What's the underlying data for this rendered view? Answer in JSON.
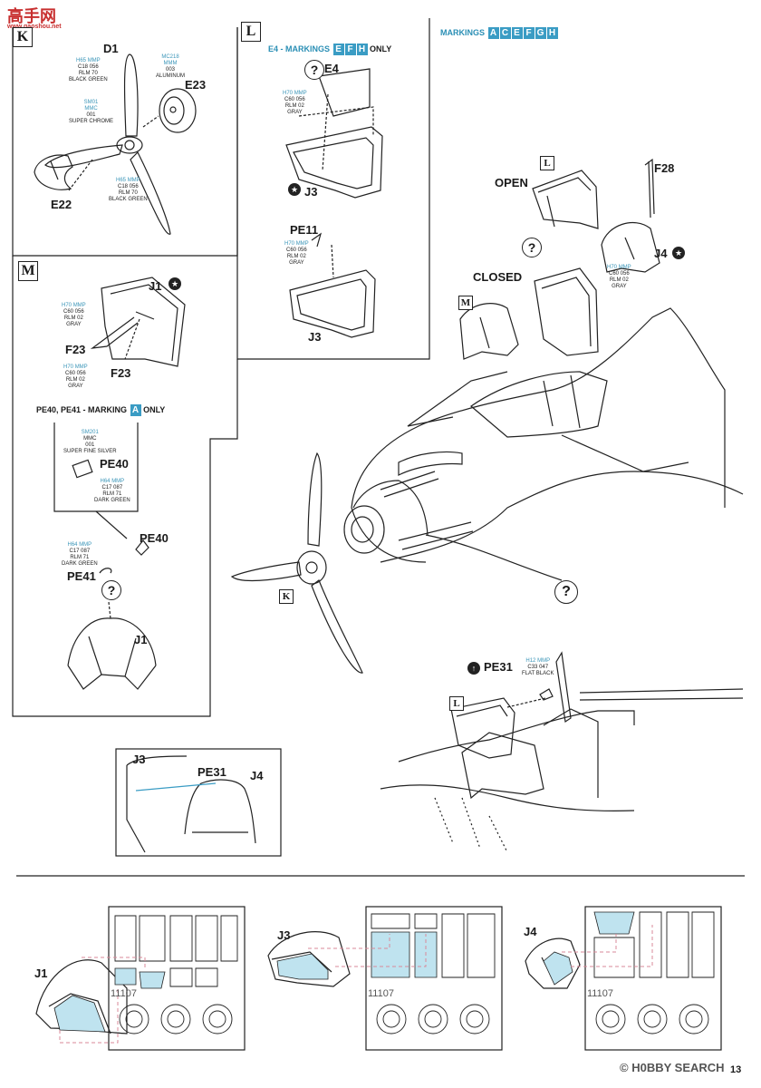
{
  "watermark_top": {
    "chars": "高手网",
    "url": "www.gaoshou.net"
  },
  "watermark_bottom": {
    "brand": "H0BBY SEARCH",
    "copyright": "©"
  },
  "page_number": "13",
  "header_markings": {
    "text": "MARKINGS",
    "letters": [
      "A",
      "C",
      "E",
      "F",
      "G",
      "H"
    ]
  },
  "sections": {
    "K": {
      "letter": "K"
    },
    "L": {
      "letter": "L",
      "title": "E4 - MARKINGS",
      "letters": [
        "E",
        "F",
        "H"
      ],
      "suffix": "ONLY"
    },
    "M": {
      "letter": "M"
    },
    "PE": {
      "title": "PE40, PE41 - MARKING",
      "letters": [
        "A"
      ],
      "suffix": "ONLY"
    }
  },
  "labels": {
    "D1": "D1",
    "E23": "E23",
    "E22": "E22",
    "E4": "E4",
    "J3a": "J3",
    "PE11": "PE11",
    "J3b": "J3",
    "J1a": "J1",
    "F23a": "F23",
    "F23b": "F23",
    "PE40a": "PE40",
    "PE40b": "PE40",
    "PE41": "PE41",
    "J1b": "J1",
    "OPEN": "OPEN",
    "CLOSED": "CLOSED",
    "F28": "F28",
    "J4a": "J4",
    "PE31a": "PE31",
    "J3c": "J3",
    "PE31b": "PE31",
    "J4b": "J4",
    "J1c": "J1",
    "J3d": "J3",
    "J4c": "J4",
    "mask1": "11107",
    "mask2": "11107",
    "mask3": "11107"
  },
  "paints": {
    "p_k1": [
      "H65",
      "MMP",
      "C18",
      "056",
      "RLM 70",
      "BLACK GREEN"
    ],
    "p_k2": [
      "MC218",
      "MMM",
      "003",
      "ALUMINUM"
    ],
    "p_k3": [
      "SM01",
      "MMC",
      "001",
      "SUPER CHROME"
    ],
    "p_k4": [
      "H65",
      "MMP",
      "C18",
      "056",
      "RLM 70",
      "BLACK GREEN"
    ],
    "p_l1": [
      "H70",
      "MMP",
      "C60",
      "056",
      "RLM 02",
      "GRAY"
    ],
    "p_l2": [
      "H70",
      "MMP",
      "C60",
      "056",
      "RLM 02",
      "GRAY"
    ],
    "p_m1": [
      "H70",
      "MMP",
      "C60",
      "056",
      "RLM 02",
      "GRAY"
    ],
    "p_m2": [
      "H70",
      "MMP",
      "C60",
      "056",
      "RLM 02",
      "GRAY"
    ],
    "p_pe1": [
      "SM201",
      "MMC",
      "001",
      "SUPER FINE SILVER"
    ],
    "p_pe2": [
      "H64",
      "MMP",
      "C17",
      "087",
      "RLM 71",
      "DARK GREEN"
    ],
    "p_pe3": [
      "H64",
      "MMP",
      "C17",
      "087",
      "RLM 71",
      "DARK GREEN"
    ],
    "p_j4": [
      "H70",
      "MMP",
      "C60",
      "056",
      "RLM 02",
      "GRAY"
    ],
    "p_pe31": [
      "H12",
      "MMP",
      "C33",
      "047",
      "FLAT BLACK"
    ]
  }
}
